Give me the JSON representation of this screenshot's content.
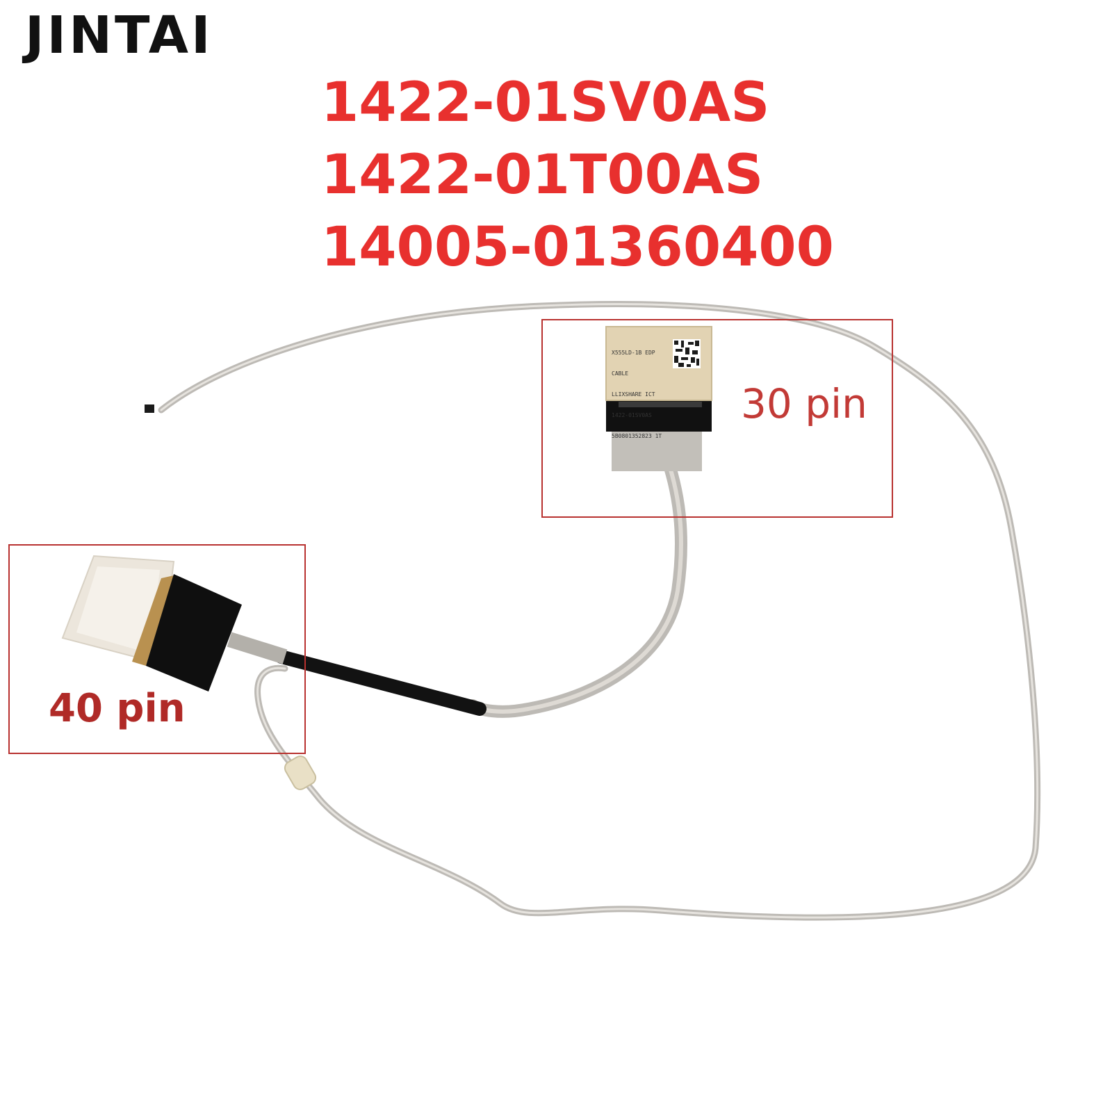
{
  "brand": "JINTAI",
  "part_numbers": [
    "1422-01SV0AS",
    "1422-01T00AS",
    "14005-01360400"
  ],
  "callouts": {
    "pin30": {
      "label": "30 pin"
    },
    "pin40": {
      "label": "40 pin"
    }
  },
  "cable_label": {
    "lines": [
      "X555LD-1B EDP",
      "CABLE",
      "LLIXSHARE ICT",
      "1422-01SV0AS",
      "5B0801352823 1T"
    ]
  },
  "colors": {
    "accent_red": "#e8302e",
    "box_red": "#b8312f",
    "cable_gray": "#c8c5c0",
    "connector_black": "#111111",
    "label_tan": "#e2d3b3"
  }
}
